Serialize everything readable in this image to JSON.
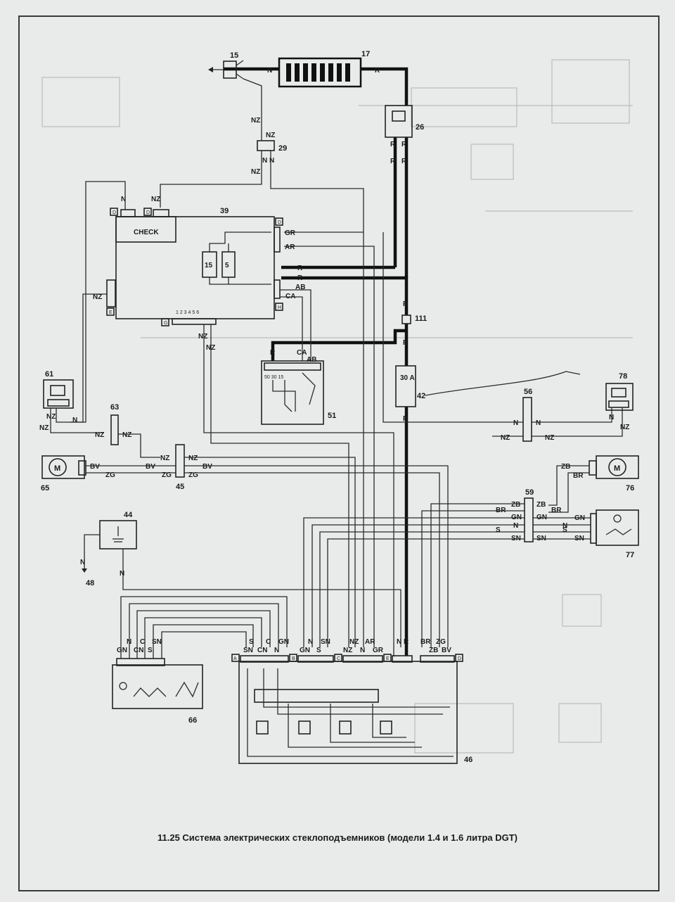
{
  "caption": "11.25 Система электрических стеклоподъемников (модели 1.4 и 1.6 литра DGT)",
  "components": {
    "c15": "15",
    "c17": "17",
    "c26": "26",
    "c29": "29",
    "c39": "39",
    "c111": "111",
    "c51": "51",
    "c42": "42",
    "c61": "61",
    "c63": "63",
    "c65": "65",
    "c45": "45",
    "c56": "56",
    "c78": "78",
    "c59": "59",
    "c76": "76",
    "c77": "77",
    "c44": "44",
    "c48": "48",
    "c66": "66",
    "c46": "46"
  },
  "check_label": "CHECK",
  "fuse_label": "30 A",
  "fuse_15": "15",
  "fuse_5": "5",
  "motor_symbol": "M",
  "wires": {
    "N": "N",
    "NZ": "NZ",
    "R": "R",
    "GR": "GR",
    "AR": "AR",
    "AB": "AB",
    "CA": "CA",
    "BV": "BV",
    "ZG": "ZG",
    "ZB": "ZB",
    "BR": "BR",
    "GN": "GN",
    "S": "S",
    "SN": "SN",
    "C": "C",
    "CN": "CN"
  },
  "connectors": {
    "D": "D",
    "G": "G",
    "E": "E",
    "H": "H",
    "A": "A",
    "B": "B",
    "C": "C"
  },
  "pins_50_30_15": "50 30 15"
}
